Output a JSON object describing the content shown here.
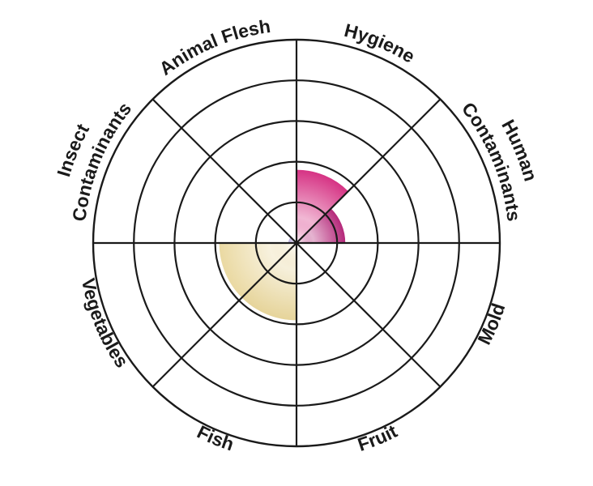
{
  "chart_data": {
    "type": "polar-area",
    "categories": [
      "Hygiene",
      "Human Contaminants",
      "Mold",
      "Fruit",
      "Fish",
      "Vegetables",
      "Insect Contaminants",
      "Animal Flesh"
    ],
    "label_lines": [
      [
        "Hygiene"
      ],
      [
        "Human",
        "Contaminants"
      ],
      [
        "Mold"
      ],
      [
        "Fruit"
      ],
      [
        "Fish"
      ],
      [
        "Vegetables"
      ],
      [
        "Insect",
        "Contaminants"
      ],
      [
        "Animal Flesh"
      ]
    ],
    "values": [
      1.8,
      1.2,
      0,
      0,
      1.9,
      1.9,
      0.2,
      0
    ],
    "rlim": [
      0,
      5
    ],
    "rings": 5,
    "sector_colors": [
      "#d63384",
      "#b5287a",
      "#cccccc",
      "#cccccc",
      "#e6d49a",
      "#ead9a2",
      "#b9aee0",
      "#cccccc"
    ],
    "grid": true,
    "legend": "none"
  }
}
